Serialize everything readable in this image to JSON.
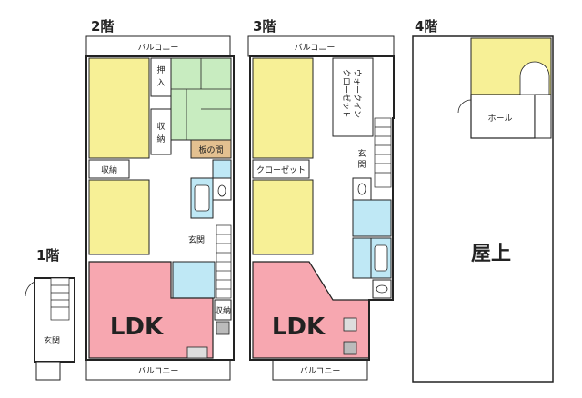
{
  "floors": {
    "f1": "1階",
    "f2": "2階",
    "f3": "3階",
    "f4": "4階"
  },
  "labels": {
    "balcony": "バルコニー",
    "ldk": "LDK",
    "entrance": "玄関",
    "closet": "押入",
    "storage": "収納",
    "board_room": "板の間",
    "closet_kata": "クローゼット",
    "walkin": "ウォークインクローゼット",
    "hall": "ホール",
    "rooftop": "屋上"
  },
  "colors": {
    "western_room": "#f7f096",
    "japanese_room": "#c8ecc0",
    "ldk": "#f7a7b0",
    "wet_area": "#bfe8f5",
    "board_floor": "#e3c090",
    "wall": "#222222"
  }
}
